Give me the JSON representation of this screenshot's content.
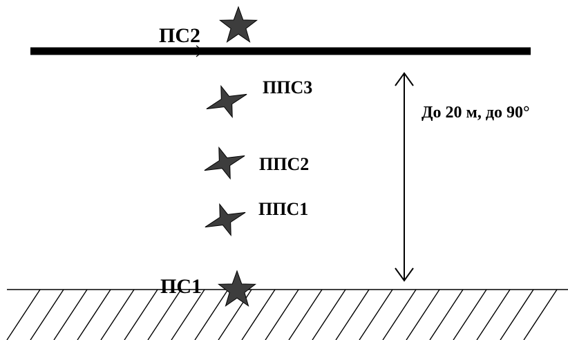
{
  "labels": {
    "ps2": "ПС2",
    "pps3": "ППС3",
    "pps2": "ППС2",
    "pps1": "ППС1",
    "ps1": "ПС1",
    "dimension": "До 20 м, до 90°"
  },
  "colors": {
    "line": "#000000",
    "star_fill": "#3d3d3d",
    "star_stroke": "#000000",
    "background": "#ffffff"
  },
  "icons": {
    "ps2": "five-point-star-icon",
    "ps1": "five-point-star-icon",
    "pps": "four-point-star-icon"
  }
}
